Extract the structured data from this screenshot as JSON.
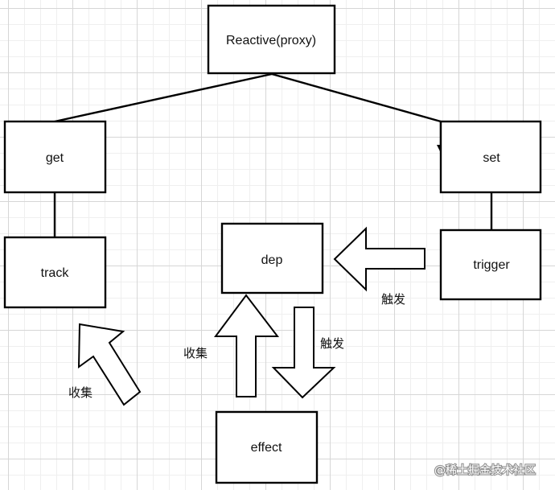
{
  "nodes": {
    "reactive": "Reactive(proxy)",
    "get": "get",
    "set": "set",
    "track": "track",
    "dep": "dep",
    "trigger": "trigger",
    "effect": "effect"
  },
  "annotations": {
    "collect_left": "收集",
    "collect_effect": "收集",
    "trigger_effect": "触发",
    "trigger_dep": "触发"
  },
  "watermark": "@稀土掘金技术社区"
}
